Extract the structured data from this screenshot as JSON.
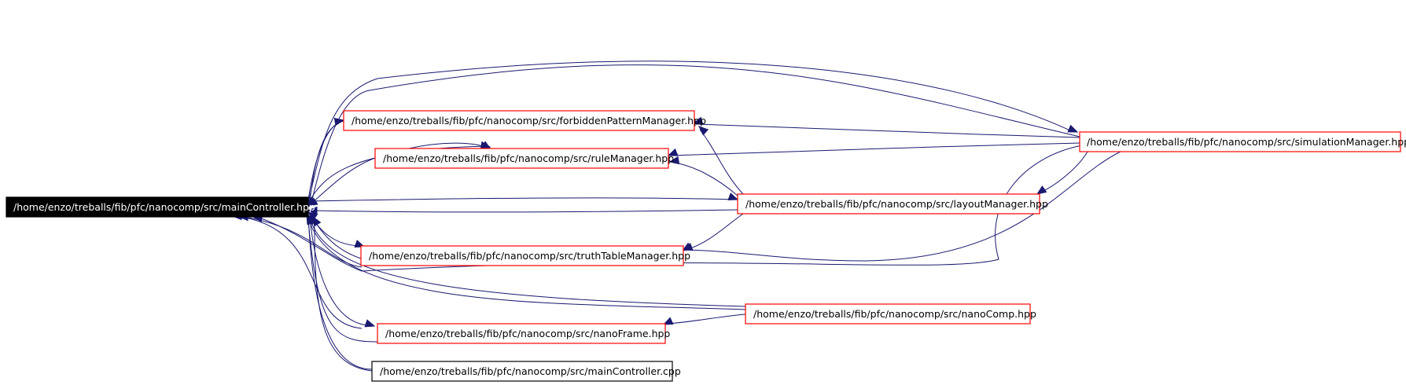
{
  "diagram": {
    "type": "include-dependency-graph",
    "colors": {
      "edge": "#191970",
      "linked_node_border": "#ff0000",
      "plain_node_border": "#000000",
      "focus_node_fill": "#000000",
      "focus_node_text": "#ffffff"
    },
    "nodes": [
      {
        "id": "mainController_hpp",
        "label": "/home/enzo/treballs/fib/pfc/nanocomp/src/mainController.hpp",
        "style": "focus"
      },
      {
        "id": "forbiddenPatternManager",
        "label": "/home/enzo/treballs/fib/pfc/nanocomp/src/forbiddenPatternManager.hpp",
        "style": "link"
      },
      {
        "id": "ruleManager",
        "label": "/home/enzo/treballs/fib/pfc/nanocomp/src/ruleManager.hpp",
        "style": "link"
      },
      {
        "id": "layoutManager",
        "label": "/home/enzo/treballs/fib/pfc/nanocomp/src/layoutManager.hpp",
        "style": "link"
      },
      {
        "id": "truthTableManager",
        "label": "/home/enzo/treballs/fib/pfc/nanocomp/src/truthTableManager.hpp",
        "style": "link"
      },
      {
        "id": "simulationManager",
        "label": "/home/enzo/treballs/fib/pfc/nanocomp/src/simulationManager.hpp",
        "style": "link"
      },
      {
        "id": "nanoComp",
        "label": "/home/enzo/treballs/fib/pfc/nanocomp/src/nanoComp.hpp",
        "style": "link"
      },
      {
        "id": "nanoFrame",
        "label": "/home/enzo/treballs/fib/pfc/nanocomp/src/nanoFrame.hpp",
        "style": "link"
      },
      {
        "id": "mainController_cpp",
        "label": "/home/enzo/treballs/fib/pfc/nanocomp/src/mainController.cpp",
        "style": "plain"
      }
    ],
    "edges": [
      {
        "from": "forbiddenPatternManager",
        "to": "mainController_hpp"
      },
      {
        "from": "ruleManager",
        "to": "mainController_hpp"
      },
      {
        "from": "layoutManager",
        "to": "mainController_hpp"
      },
      {
        "from": "truthTableManager",
        "to": "mainController_hpp"
      },
      {
        "from": "simulationManager",
        "to": "mainController_hpp"
      },
      {
        "from": "nanoComp",
        "to": "mainController_hpp"
      },
      {
        "from": "nanoFrame",
        "to": "mainController_hpp"
      },
      {
        "from": "mainController_cpp",
        "to": "mainController_hpp"
      },
      {
        "from": "mainController_hpp",
        "to": "forbiddenPatternManager"
      },
      {
        "from": "mainController_hpp",
        "to": "ruleManager"
      },
      {
        "from": "mainController_hpp",
        "to": "truthTableManager"
      },
      {
        "from": "mainController_hpp",
        "to": "nanoFrame"
      },
      {
        "from": "mainController_hpp",
        "to": "layoutManager"
      },
      {
        "from": "mainController_hpp",
        "to": "simulationManager"
      },
      {
        "from": "layoutManager",
        "to": "forbiddenPatternManager"
      },
      {
        "from": "layoutManager",
        "to": "ruleManager"
      },
      {
        "from": "layoutManager",
        "to": "truthTableManager"
      },
      {
        "from": "simulationManager",
        "to": "forbiddenPatternManager"
      },
      {
        "from": "simulationManager",
        "to": "ruleManager"
      },
      {
        "from": "simulationManager",
        "to": "layoutManager"
      },
      {
        "from": "simulationManager",
        "to": "truthTableManager"
      },
      {
        "from": "nanoComp",
        "to": "nanoFrame"
      },
      {
        "from": "ruleManager",
        "to": "ruleManager"
      }
    ]
  }
}
